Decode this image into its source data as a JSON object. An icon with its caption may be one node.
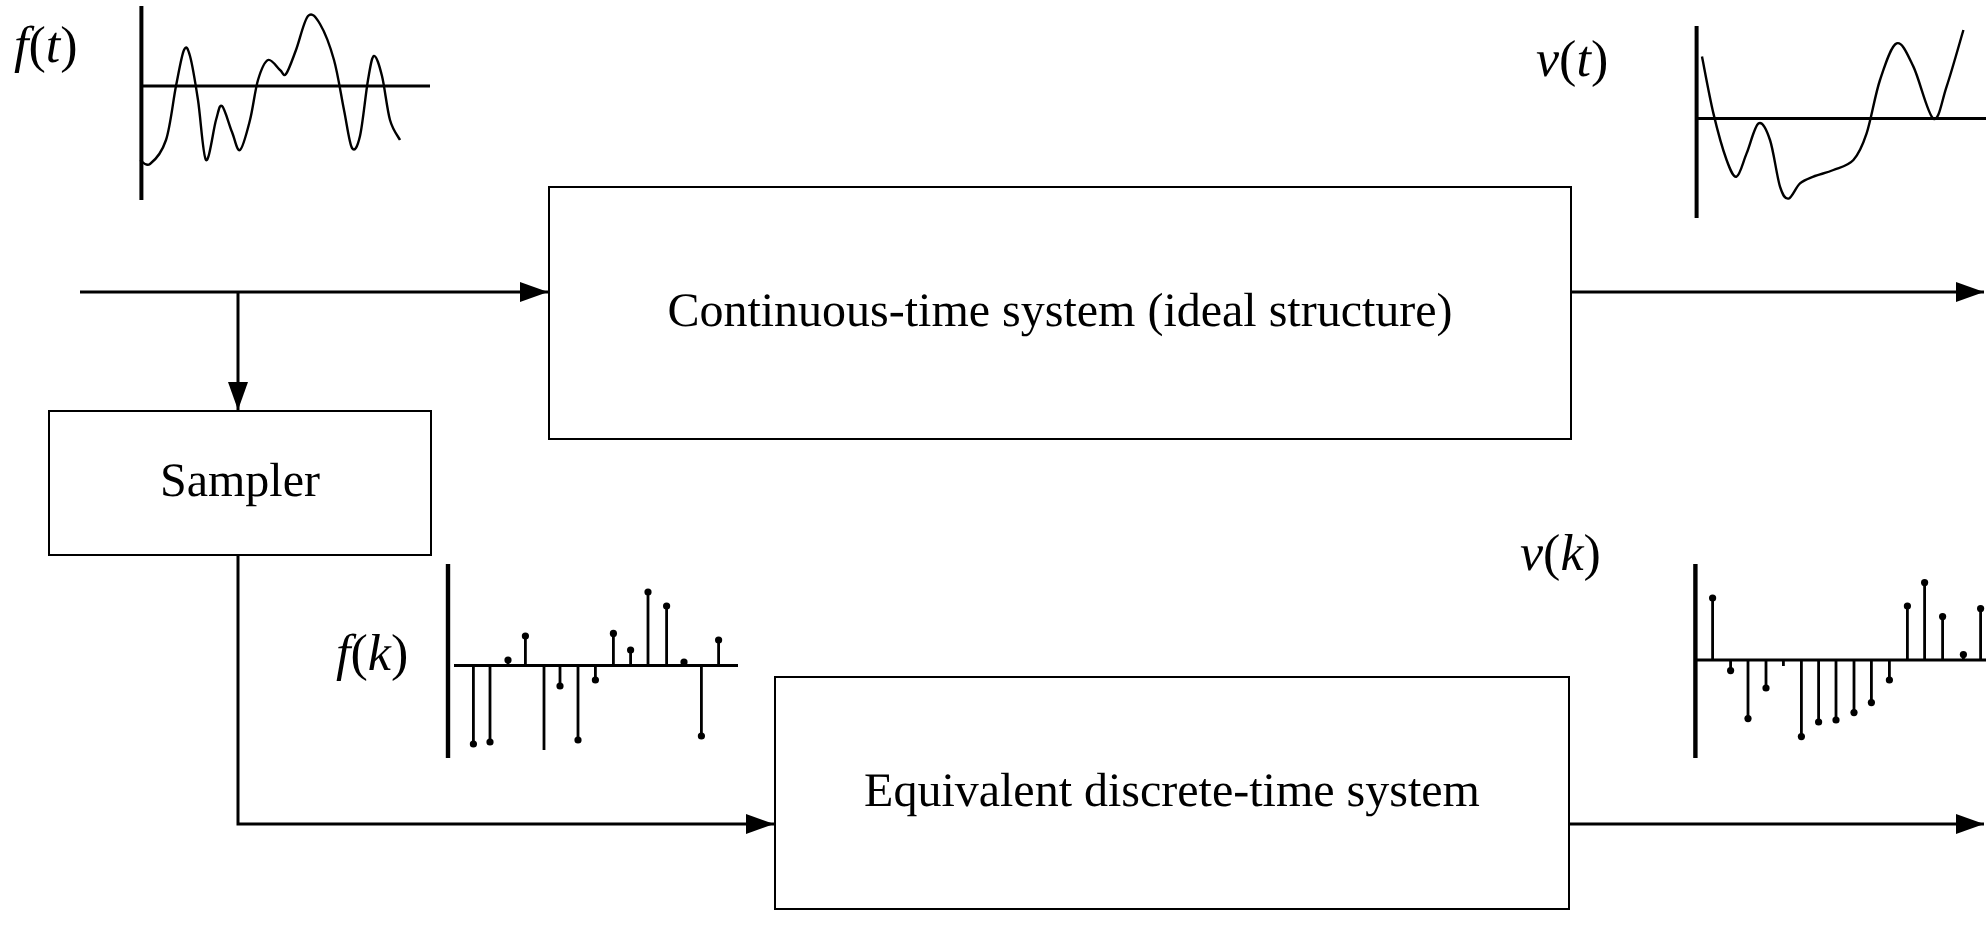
{
  "diagram": {
    "nodes": [
      {
        "text": [
          "Continuous-time system (ideal structure)"
        ]
      },
      {
        "text": [
          "Sampler"
        ]
      },
      {
        "text": [
          "Equivalent discrete-time system"
        ]
      }
    ],
    "edges": [
      {
        "from": null,
        "to": 0,
        "arrow": "to"
      },
      {
        "from": null,
        "to": 1,
        "arrow": "to"
      },
      {
        "from": 0,
        "to": null,
        "arrow": "to"
      },
      {
        "from": 1,
        "to": 2,
        "arrow": "to"
      },
      {
        "from": 2,
        "to": null,
        "arrow": "to"
      }
    ],
    "labels": [
      "*f*(*t*)",
      "*v*(*t*)",
      "*f*(*k*)",
      "*v*(*k*)"
    ]
  }
}
